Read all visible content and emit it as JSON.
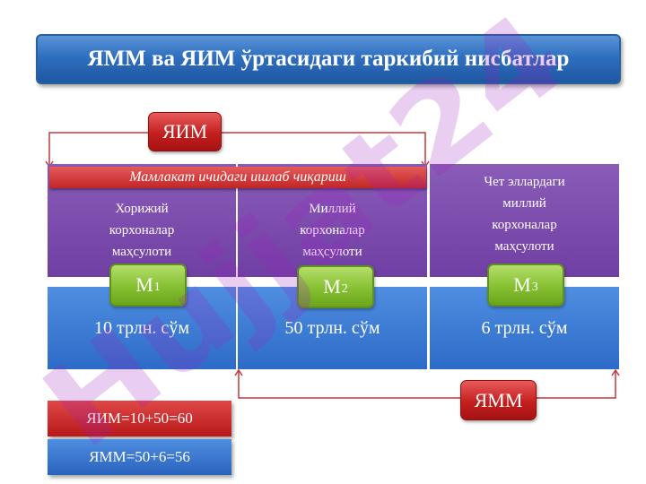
{
  "title": "ЯММ ва ЯИМ ўртасидаги таркибий нисбатлар",
  "yaim_label": "ЯИМ",
  "yamm_label": "ЯММ",
  "domestic_banner": "Мамлакат ичидаги ишлаб чиқариш",
  "columns": [
    {
      "lines": [
        "Хорижий",
        "корхоналар",
        "маҳсулоти"
      ],
      "tag_main": "М",
      "tag_sub": "1",
      "value": "10 трлн. сўм"
    },
    {
      "lines": [
        "Миллий",
        "корхоналар",
        "маҳсулоти"
      ],
      "tag_main": "М",
      "tag_sub": "2",
      "value": "50 трлн. сўм"
    },
    {
      "lines": [
        "Чет эллардаги",
        "миллий",
        "корхоналар",
        "маҳсулоти"
      ],
      "tag_main": "М",
      "tag_sub": "3",
      "value": "6 трлн. сўм"
    }
  ],
  "formulas": {
    "yaim": "ЯИМ=10+50=60",
    "yamm": "ЯММ=50+6=56"
  },
  "watermark": "Hujjat24",
  "colors": {
    "red": "#c22626",
    "purple": "#6f3fa3",
    "blue": "#2d6bc8",
    "green": "#86c032"
  }
}
